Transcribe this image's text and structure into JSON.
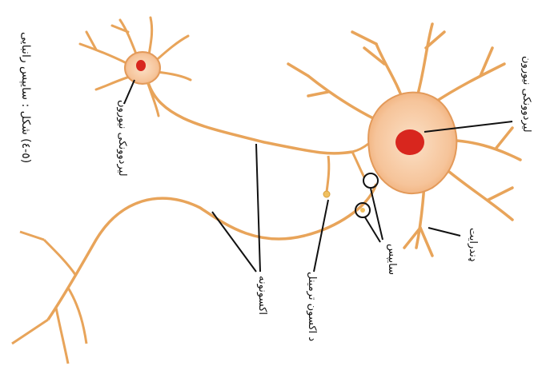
{
  "figure": {
    "caption": "(٥-٤) شكل : سایپس رانبایی"
  },
  "labels": {
    "cell_body_right": "لیردوونکی نیورون",
    "cell_body_left": "لیردوونکی نیورون",
    "dendrite": "ډندرایت",
    "synapse": "سایپس",
    "axon_terminal": "د اکسون ترمینل",
    "axon": "اکسونونه"
  },
  "colors": {
    "membrane": "#e8a45a",
    "cytoplasm": "#f6c49a",
    "nucleus": "#d8261e",
    "leader": "#111111"
  }
}
